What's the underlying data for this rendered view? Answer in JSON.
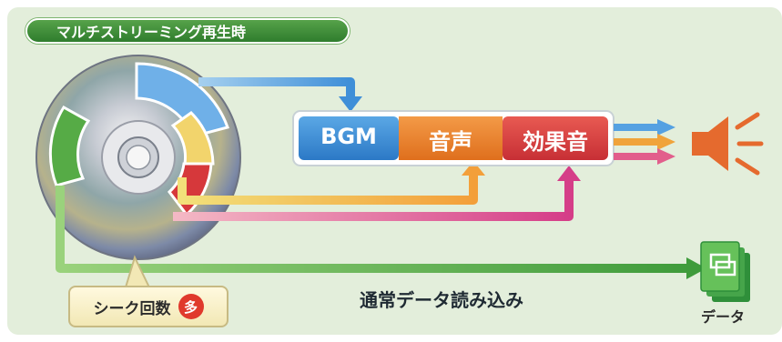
{
  "tag": "マルチストリーミング再生時",
  "streams": [
    "BGM",
    "音声",
    "効果音"
  ],
  "normal_read": "通常データ読み込み",
  "seek_label": "シーク回数",
  "seek_badge": "多",
  "data_label": "データ",
  "colors": {
    "background": "#e3eedb",
    "tag": "#3d8c34",
    "bgm": "#3f8fd8",
    "voice": "#e8782a",
    "sfx": "#d9393f",
    "green_arrow": "#4aaa3f"
  },
  "icons": [
    "disc-icon",
    "speaker-icon",
    "data-file-icon"
  ]
}
